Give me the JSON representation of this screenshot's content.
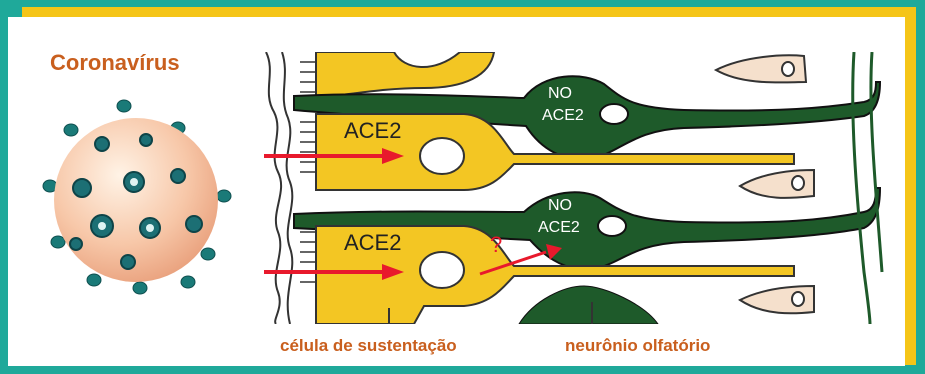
{
  "title": "Coronavírus",
  "diagram": {
    "receptor_labels": [
      "ACE2",
      "ACE2"
    ],
    "neuron_labels": [
      {
        "line1": "NO",
        "line2": "ACE2"
      },
      {
        "line1": "NO",
        "line2": "ACE2"
      }
    ],
    "question_mark": "?"
  },
  "captions": {
    "support_cell": "célula de sustentação",
    "olfactory_neuron": "neurônio olfatório"
  },
  "colors": {
    "background": "#1fa99a",
    "accent_band": "#f5c518",
    "text_accent": "#c95f1e",
    "support_cell": "#f3c623",
    "neuron": "#1e5a2a",
    "arrow": "#e8192c"
  },
  "icons": [
    "coronavirus-particle-icon"
  ]
}
